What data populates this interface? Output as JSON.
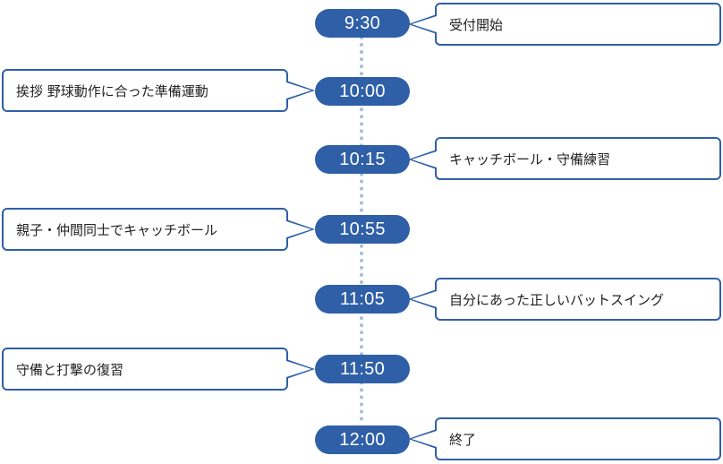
{
  "schedule": [
    {
      "time": "9:30",
      "label": "受付開始"
    },
    {
      "time": "10:00",
      "label": "挨拶 野球動作に合った準備運動"
    },
    {
      "time": "10:15",
      "label": "キャッチボール・守備練習"
    },
    {
      "time": "10:55",
      "label": "親子・仲間同士でキャッチボール"
    },
    {
      "time": "11:05",
      "label": "自分にあった正しいバットスイング"
    },
    {
      "time": "11:50",
      "label": "守備と打撃の復習"
    },
    {
      "time": "12:00",
      "label": "終了"
    }
  ],
  "colors": {
    "accent": "#2f5fa7",
    "connector": "#a8bcd8"
  }
}
